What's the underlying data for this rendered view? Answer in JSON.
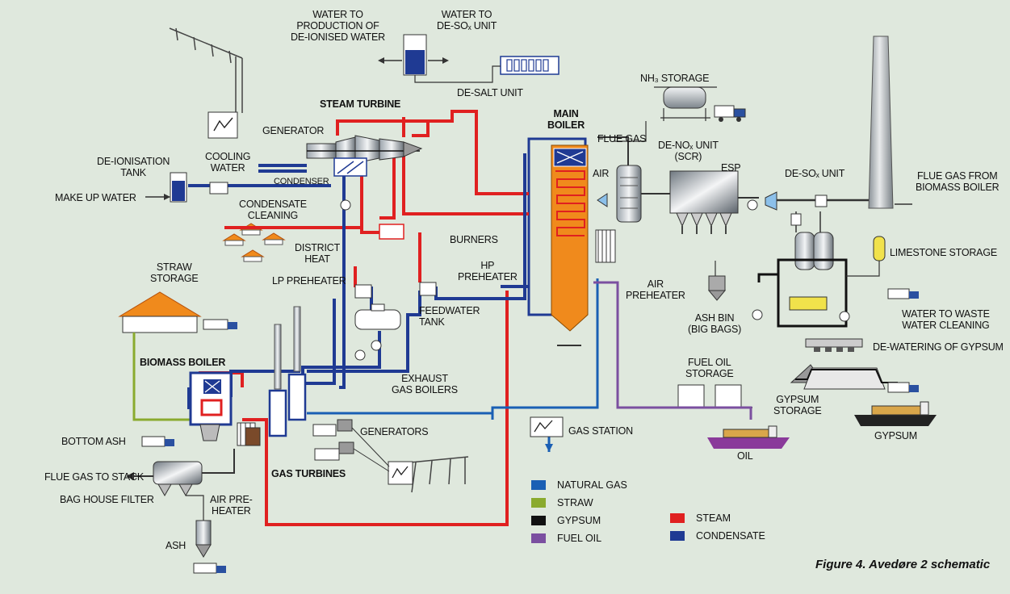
{
  "labels": {
    "water_to_production": "WATER TO\nPRODUCTION OF\nDE-IONISED WATER",
    "water_to_deso": "WATER TO\nDE-SOₓ UNIT",
    "desalt": "DE-SALT UNIT",
    "nh3": "NH₃ STORAGE",
    "steam_turbine": "STEAM TURBINE",
    "main_boiler": "MAIN\nBOILER",
    "generator": "GENERATOR",
    "cooling_water": "COOLING\nWATER",
    "condenser": "CONDENSER",
    "deionisation_tank": "DE-IONISATION\nTANK",
    "make_up_water": "MAKE UP WATER",
    "condensate_cleaning": "CONDENSATE\nCLEANING",
    "flue_gas": "FLUE GAS",
    "deno_unit": "DE-NOₓ UNIT\n(SCR)",
    "air": "AIR",
    "esp": "ESP",
    "deso_unit": "DE-SOₓ UNIT",
    "flue_gas_biomass": "FLUE GAS FROM\nBIOMASS BOILER",
    "district_heat": "DISTRICT\nHEAT",
    "burners": "BURNERS",
    "hp_preheater": "HP\nPREHEATER",
    "lp_preheater": "LP PREHEATER",
    "straw_storage": "STRAW\nSTORAGE",
    "feedwater_tank": "FEEDWATER\nTANK",
    "air_preheater": "AIR\nPREHEATER",
    "ash_bin": "ASH BIN\n(BIG BAGS)",
    "limestone_storage": "LIMESTONE STORAGE",
    "water_to_waste": "WATER TO WASTE\nWATER CLEANING",
    "dewatering": "DE-WATERING OF GYPSUM",
    "biomass_boiler": "BIOMASS BOILER",
    "exhaust_gas_boilers": "EXHAUST\nGAS BOILERS",
    "fuel_oil_storage": "FUEL OIL\nSTORAGE",
    "gypsum_storage": "GYPSUM\nSTORAGE",
    "generators": "GENERATORS",
    "bottom_ash": "BOTTOM ASH",
    "gas_station": "GAS STATION",
    "gypsum": "GYPSUM",
    "oil": "OIL",
    "flue_gas_to_stack": "FLUE GAS TO STACK",
    "gas_turbines": "GAS TURBINES",
    "bag_house_filter": "BAG HOUSE FILTER",
    "air_pre_heater": "AIR PRE-\nHEATER",
    "ash": "ASH"
  },
  "legend": [
    {
      "label": "NATURAL GAS",
      "color": "#1a5fb4"
    },
    {
      "label": "STRAW",
      "color": "#8aaa2e"
    },
    {
      "label": "GYPSUM",
      "color": "#111111"
    },
    {
      "label": "FUEL OIL",
      "color": "#7b4fa0"
    },
    {
      "label": "STEAM",
      "color": "#e02020"
    },
    {
      "label": "CONDENSATE",
      "color": "#1f3a93"
    }
  ],
  "caption": "Figure 4. Avedøre 2 schematic",
  "colors": {
    "steam": "#e02020",
    "condensate": "#1f3a93",
    "natural_gas": "#1a5fb4",
    "straw": "#8aaa2e",
    "gypsum": "#111111",
    "fuel_oil": "#7b4fa0",
    "boiler_orange": "#f08a1c"
  }
}
